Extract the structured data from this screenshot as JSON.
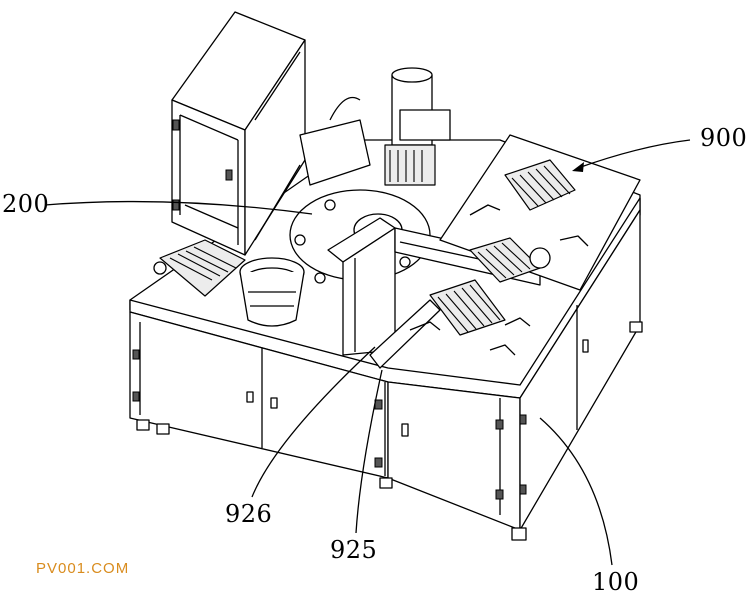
{
  "figure": {
    "callouts": {
      "label_900": "900",
      "label_200": "200",
      "label_926": "926",
      "label_925": "925",
      "label_100": "100"
    },
    "watermark": "PV001.COM",
    "colors": {
      "line": "#000000",
      "background": "#ffffff",
      "watermark": "#d98c1e"
    }
  }
}
